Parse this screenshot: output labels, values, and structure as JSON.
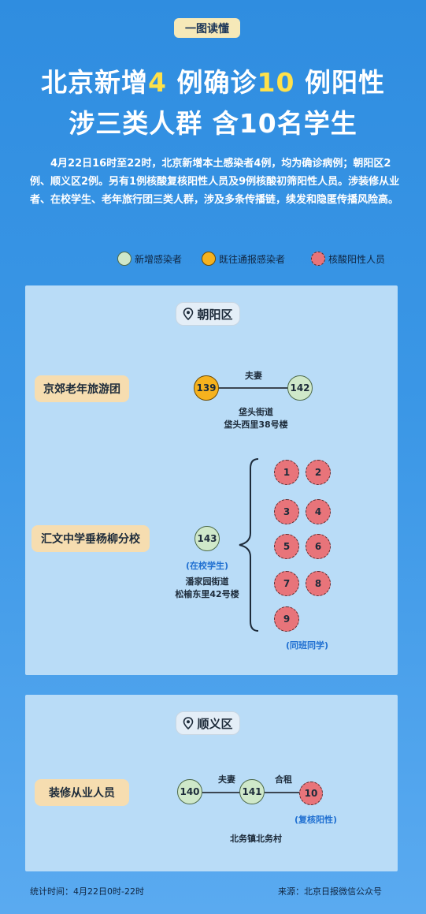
{
  "tag": "一图读懂",
  "headline": {
    "line1_a": "北京新增",
    "line1_num1": "4",
    "line1_b": " 例确诊",
    "line1_num2": "10",
    "line1_c": " 例阳性",
    "line2": "涉三类人群 含10名学生"
  },
  "intro": "4月22日16时至22时，北京新增本土感染者4例，均为确诊病例；朝阳区2例、顺义区2例。另有1例核酸复核阳性人员及9例核酸初筛阳性人员。涉装修从业者、在校学生、老年旅行团三类人群，涉及多条传播链，续发和隐匿传播风险高。",
  "legend": [
    {
      "label": "新增感染者",
      "color": "#cfe8c9"
    },
    {
      "label": "既往通报感染者",
      "color": "#f6b21e"
    },
    {
      "label": "核酸阳性人员",
      "color": "#e8747a"
    }
  ],
  "chaoyang": {
    "district": "朝阳区",
    "tour": {
      "label": "京郊老年旅游团",
      "node_a": "139",
      "node_b": "142",
      "relation": "夫妻",
      "addr1": "垡头街道",
      "addr2": "垡头西里38号楼"
    },
    "school": {
      "label": "汇文中学垂杨柳分校",
      "node": "143",
      "note": "(在校学生)",
      "addr1": "潘家园街道",
      "addr2": "松榆东里42号楼",
      "positives": [
        "1",
        "2",
        "3",
        "4",
        "5",
        "6",
        "7",
        "8",
        "9"
      ],
      "positives_note": "(同班同学)"
    }
  },
  "shunyi": {
    "district": "顺义区",
    "group": {
      "label": "装修从业人员",
      "node_a": "140",
      "node_b": "141",
      "node_c": "10",
      "relation_ab": "夫妻",
      "relation_bc": "合租",
      "note": "(复核阳性)",
      "addr": "北务镇北务村"
    }
  },
  "footer": {
    "time": "统计时间：4月22日0时-22时",
    "source": "来源：北京日报微信公众号"
  }
}
